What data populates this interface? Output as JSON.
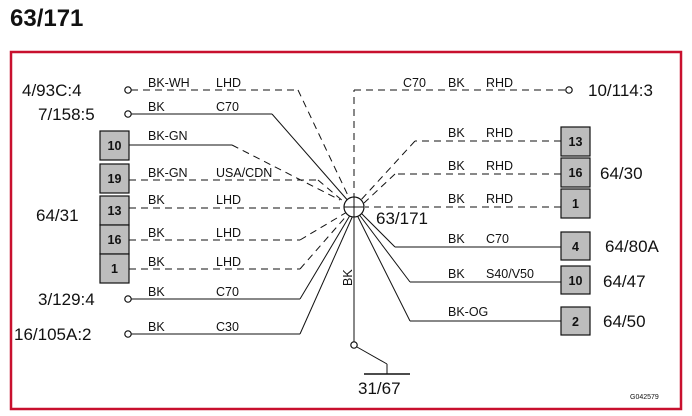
{
  "title": "63/171",
  "colors": {
    "frame": "#c8102e",
    "box_fill": "#bdbdbd",
    "line": "#111111"
  },
  "center": {
    "label": "63/171"
  },
  "ground": {
    "wire_color": "BK",
    "label": "31/67"
  },
  "left_terminals": [
    {
      "label": "4/93C:4",
      "color": "BK-WH",
      "variant": "LHD"
    },
    {
      "label": "7/158:5",
      "color": "BK",
      "variant": "C70"
    },
    {
      "label": "3/129:4",
      "color": "BK",
      "variant": "C70"
    },
    {
      "label": "16/105A:2",
      "color": "BK",
      "variant": "C30"
    }
  ],
  "left_connector": {
    "label": "64/31",
    "pins": [
      {
        "pin": "10",
        "color": "BK-GN",
        "variant": ""
      },
      {
        "pin": "19",
        "color": "BK-GN",
        "variant": "USA/CDN"
      },
      {
        "pin": "13",
        "color": "BK",
        "variant": "LHD"
      },
      {
        "pin": "16",
        "color": "BK",
        "variant": "LHD"
      },
      {
        "pin": "1",
        "color": "BK",
        "variant": "LHD"
      }
    ]
  },
  "top_right_terminal": {
    "label": "10/114:3",
    "variant": "C70",
    "color": "BK",
    "variant2": "RHD"
  },
  "right_connector": {
    "label": "64/30",
    "pins": [
      {
        "pin": "13",
        "color": "BK",
        "variant": "RHD"
      },
      {
        "pin": "16",
        "color": "BK",
        "variant": "RHD"
      },
      {
        "pin": "1",
        "color": "BK",
        "variant": "RHD"
      }
    ]
  },
  "right_single": [
    {
      "pin": "4",
      "label": "64/80A",
      "color": "BK",
      "variant": "C70"
    },
    {
      "pin": "10",
      "label": "64/47",
      "color": "BK",
      "variant": "S40/V50"
    },
    {
      "pin": "2",
      "label": "64/50",
      "color": "BK-OG",
      "variant": ""
    }
  ],
  "figure_code": "G042579"
}
